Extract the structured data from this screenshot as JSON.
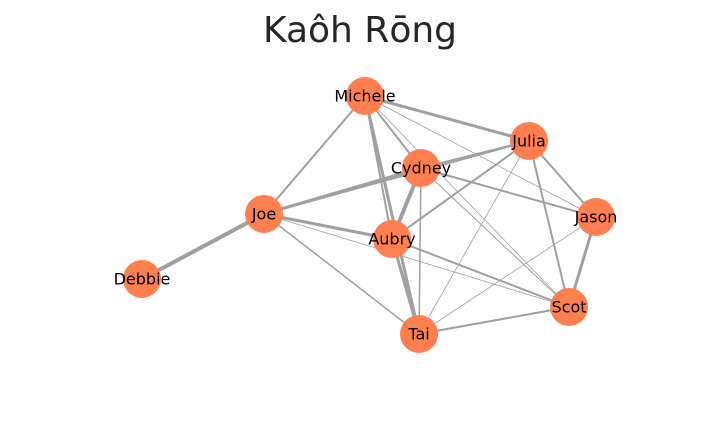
{
  "title": "Kaôh Rōng",
  "colors": {
    "node": "#ff7f50",
    "edge": "#a0a0a0",
    "label": "#000000"
  },
  "nodes": [
    {
      "id": "Michele",
      "label": "Michele"
    },
    {
      "id": "Julia",
      "label": "Julia"
    },
    {
      "id": "Cydney",
      "label": "Cydney"
    },
    {
      "id": "Jason",
      "label": "Jason"
    },
    {
      "id": "Joe",
      "label": "Joe"
    },
    {
      "id": "Aubry",
      "label": "Aubry"
    },
    {
      "id": "Debbie",
      "label": "Debbie"
    },
    {
      "id": "Scot",
      "label": "Scot"
    },
    {
      "id": "Tai",
      "label": "Tai"
    }
  ],
  "edges": [
    {
      "source": "Joe",
      "target": "Debbie",
      "weight": 4
    },
    {
      "source": "Joe",
      "target": "Michele",
      "weight": 2
    },
    {
      "source": "Joe",
      "target": "Cydney",
      "weight": 3
    },
    {
      "source": "Joe",
      "target": "Aubry",
      "weight": 3
    },
    {
      "source": "Joe",
      "target": "Tai",
      "weight": 1.5
    },
    {
      "source": "Joe",
      "target": "Scot",
      "weight": 0.8
    },
    {
      "source": "Joe",
      "target": "Julia",
      "weight": 2
    },
    {
      "source": "Michele",
      "target": "Julia",
      "weight": 3
    },
    {
      "source": "Michele",
      "target": "Cydney",
      "weight": 2
    },
    {
      "source": "Michele",
      "target": "Aubry",
      "weight": 2
    },
    {
      "source": "Michele",
      "target": "Tai",
      "weight": 3
    },
    {
      "source": "Michele",
      "target": "Jason",
      "weight": 0.8
    },
    {
      "source": "Michele",
      "target": "Scot",
      "weight": 0.8
    },
    {
      "source": "Julia",
      "target": "Cydney",
      "weight": 2
    },
    {
      "source": "Julia",
      "target": "Aubry",
      "weight": 2
    },
    {
      "source": "Julia",
      "target": "Scot",
      "weight": 2
    },
    {
      "source": "Julia",
      "target": "Jason",
      "weight": 2
    },
    {
      "source": "Julia",
      "target": "Tai",
      "weight": 0.8
    },
    {
      "source": "Cydney",
      "target": "Aubry",
      "weight": 4
    },
    {
      "source": "Cydney",
      "target": "Tai",
      "weight": 1.5
    },
    {
      "source": "Cydney",
      "target": "Jason",
      "weight": 2
    },
    {
      "source": "Cydney",
      "target": "Scot",
      "weight": 1
    },
    {
      "source": "Aubry",
      "target": "Tai",
      "weight": 3
    },
    {
      "source": "Aubry",
      "target": "Scot",
      "weight": 2
    },
    {
      "source": "Jason",
      "target": "Scot",
      "weight": 3
    },
    {
      "source": "Jason",
      "target": "Tai",
      "weight": 0.8
    },
    {
      "source": "Scot",
      "target": "Tai",
      "weight": 2
    }
  ]
}
